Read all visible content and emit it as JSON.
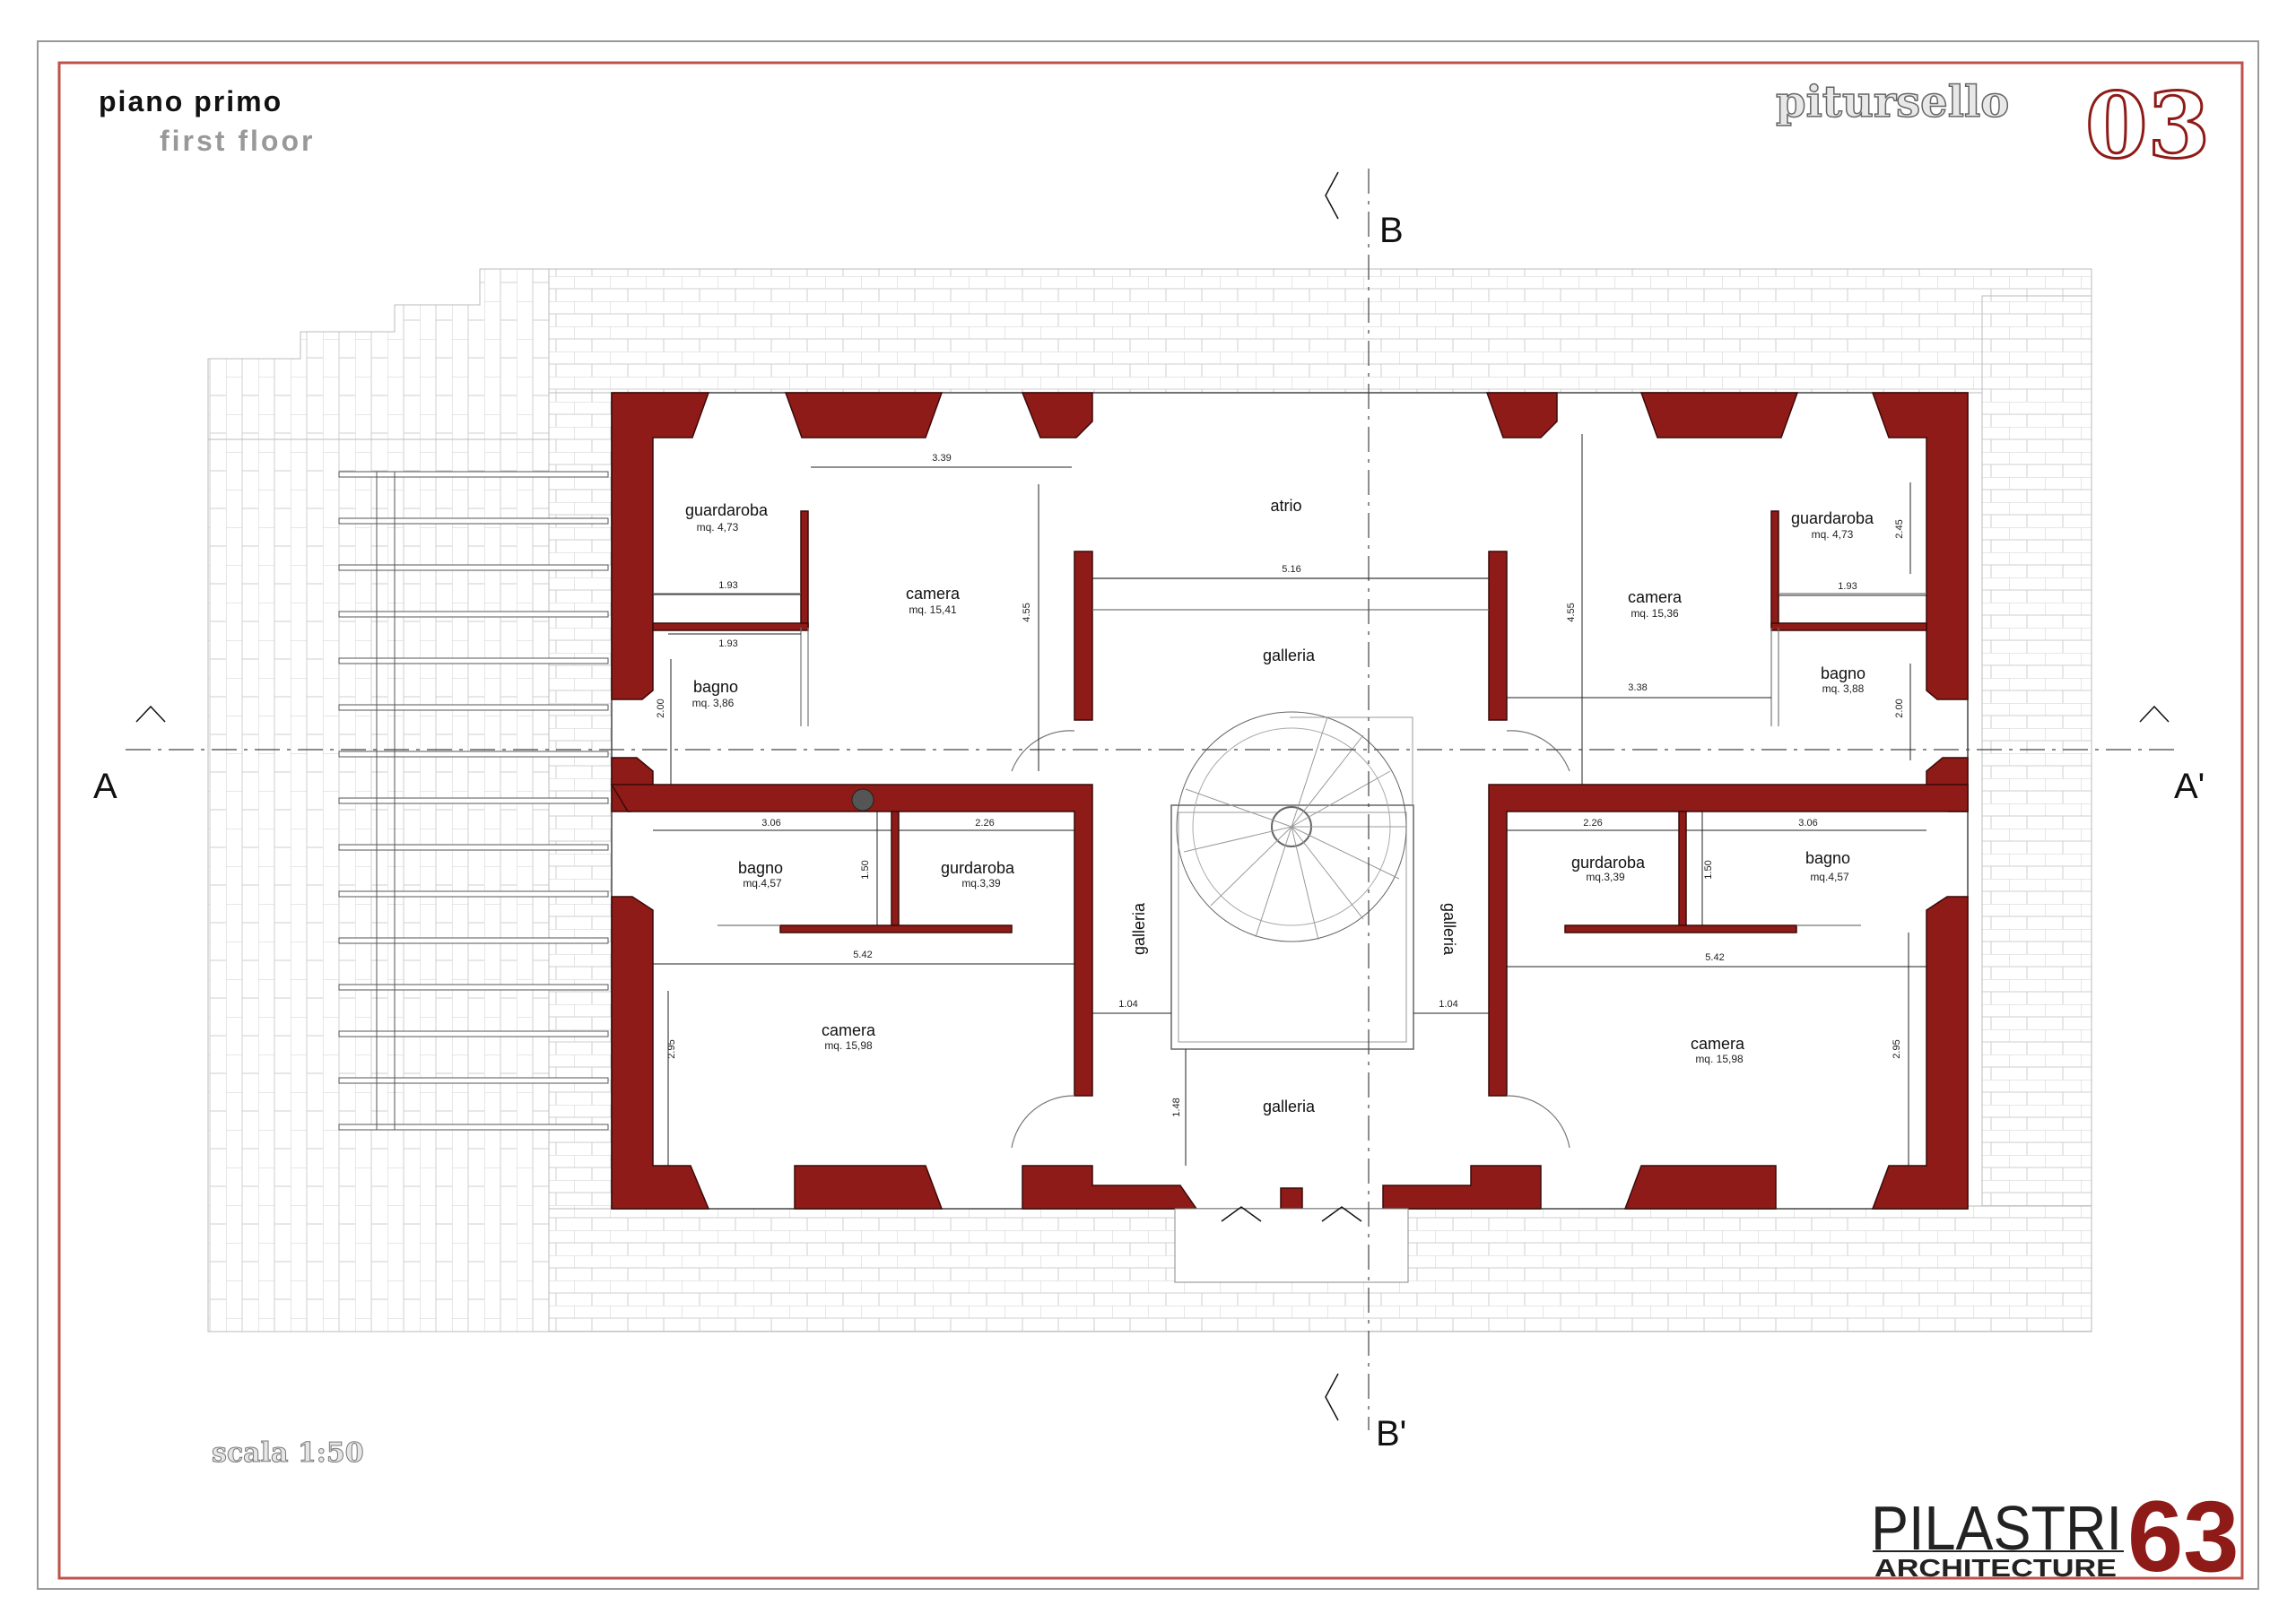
{
  "sheet": {
    "title_it": "piano primo",
    "title_en": "first floor",
    "brand_name": "pitursello",
    "brand_number": "03",
    "scale": "scala 1:50",
    "firm_name": "PILASTRI",
    "firm_sub": "ARCHITECTURE",
    "firm_number": "63",
    "accent_color": "#8e1b17",
    "border_color": "#c0524a"
  },
  "sections": {
    "a_left": "A",
    "a_right": "A'",
    "b_top": "B",
    "b_bottom": "B'"
  },
  "rooms": {
    "guardaroba_tl": {
      "name": "guardaroba",
      "area": "mq. 4,73"
    },
    "camera_tl": {
      "name": "camera",
      "area": "mq. 15,41"
    },
    "bagno_tl": {
      "name": "bagno",
      "area": "mq. 3,86"
    },
    "atrio": {
      "name": "atrio"
    },
    "galleria_top": {
      "name": "galleria"
    },
    "camera_tr": {
      "name": "camera",
      "area": "mq. 15,36"
    },
    "guardaroba_tr": {
      "name": "guardaroba",
      "area": "mq. 4,73"
    },
    "bagno_tr": {
      "name": "bagno",
      "area": "mq. 3,88"
    },
    "bagno_bl": {
      "name": "bagno",
      "area": "mq.4,57"
    },
    "gurdaroba_bl": {
      "name": "gurdaroba",
      "area": "mq.3,39"
    },
    "camera_bl": {
      "name": "camera",
      "area": "mq. 15,98"
    },
    "galleria_left": {
      "name": "galleria"
    },
    "galleria_right": {
      "name": "galleria"
    },
    "galleria_bottom": {
      "name": "galleria"
    },
    "gurdaroba_br": {
      "name": "gurdaroba",
      "area": "mq.3,39"
    },
    "bagno_br": {
      "name": "bagno",
      "area": "mq.4,57"
    },
    "camera_br": {
      "name": "camera",
      "area": "mq. 15,98"
    }
  },
  "dimensions": {
    "d339": "3.39",
    "d193a": "1.93",
    "d193b": "1.93",
    "d455l": "4.55",
    "d200l": "2.00",
    "d516": "5.16",
    "d455r": "4.55",
    "d338": "3.38",
    "d245": "2.45",
    "d193r": "1.93",
    "d200r": "2.00",
    "d306l": "3.06",
    "d226l": "2.26",
    "d150l": "1.50",
    "d542l": "5.42",
    "d295l": "2.95",
    "d104l": "1.04",
    "d148": "1.48",
    "d104r": "1.04",
    "d226r": "2.26",
    "d306r": "3.06",
    "d150r": "1.50",
    "d542r": "5.42",
    "d295r": "2.95"
  }
}
